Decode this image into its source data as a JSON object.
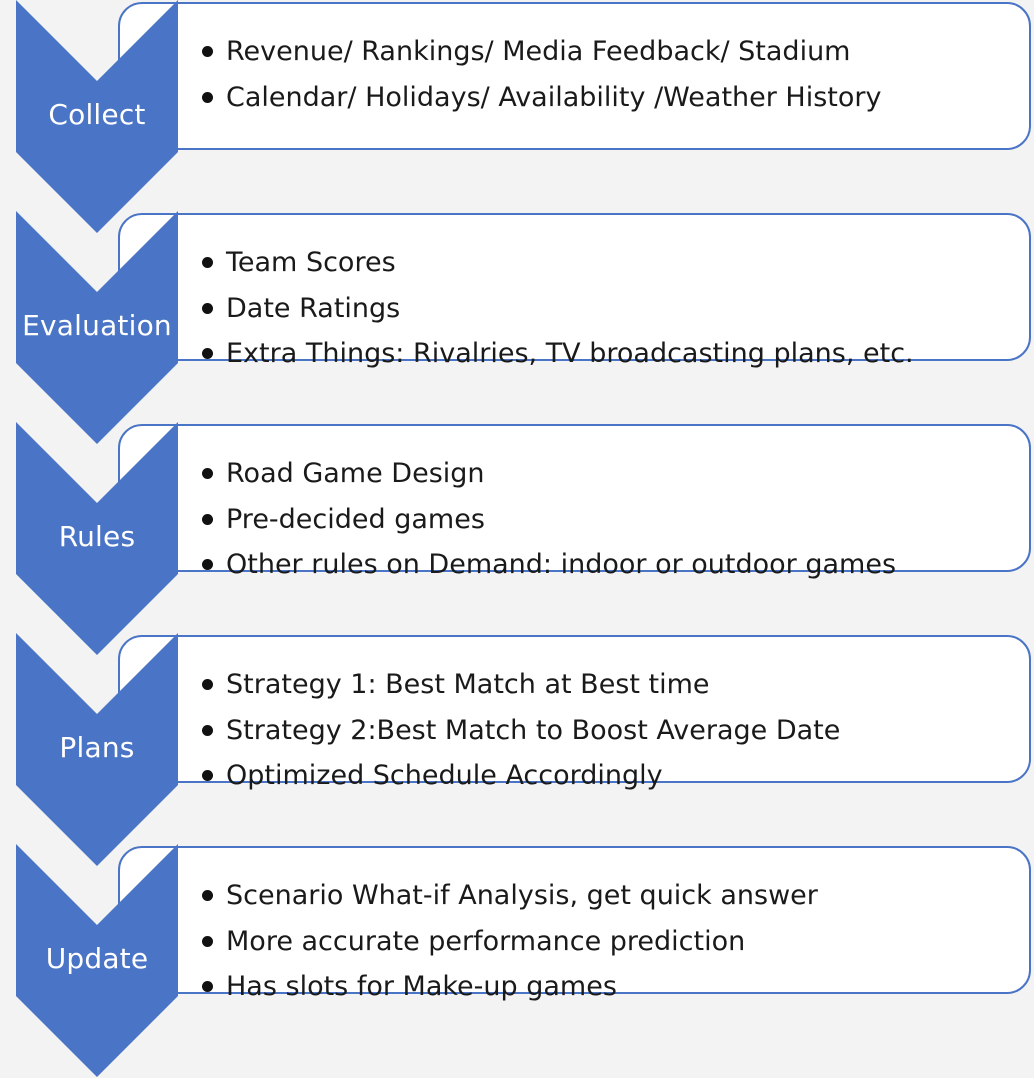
{
  "theme": {
    "accent": "#4a74c5",
    "background": "#f3f3f3",
    "card_fill": "#ffffff",
    "text": "#1a1a1a",
    "label_text": "#ffffff"
  },
  "steps": [
    {
      "label": "Collect",
      "bullets": [
        "Revenue/ Rankings/ Media Feedback/ Stadium",
        "Calendar/ Holidays/ Availability /Weather History"
      ]
    },
    {
      "label": "Evaluation",
      "bullets": [
        "Team Scores",
        "Date Ratings",
        "Extra Things: Rivalries, TV broadcasting plans, etc."
      ]
    },
    {
      "label": "Rules",
      "bullets": [
        "Road Game Design",
        "Pre-decided games",
        "Other rules on Demand: indoor or outdoor games"
      ]
    },
    {
      "label": "Plans",
      "bullets": [
        "Strategy 1: Best Match at Best time",
        "Strategy 2:Best Match to Boost Average Date",
        "Optimized Schedule Accordingly"
      ]
    },
    {
      "label": "Update",
      "bullets": [
        "Scenario What-if Analysis, get quick answer",
        "More accurate performance prediction",
        "Has slots for Make-up games"
      ]
    }
  ]
}
